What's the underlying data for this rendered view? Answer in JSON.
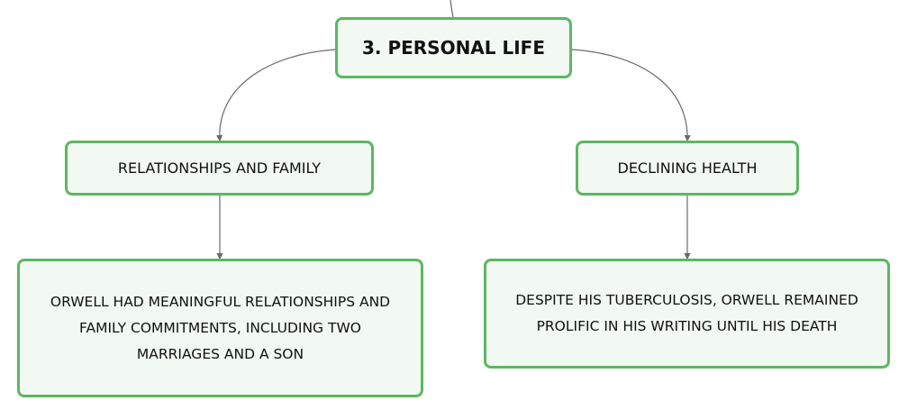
{
  "diagram": {
    "root": {
      "label": "3. PERSONAL LIFE"
    },
    "branches": [
      {
        "label": "RELATIONSHIPS AND FAMILY",
        "detail": "ORWELL HAD MEANINGFUL RELATIONSHIPS AND FAMILY COMMITMENTS, INCLUDING TWO MARRIAGES AND A SON"
      },
      {
        "label": "DECLINING HEALTH",
        "detail": "DESPITE HIS TUBERCULOSIS, ORWELL REMAINED PROLIFIC IN HIS WRITING UNTIL HIS DEATH"
      }
    ],
    "colors": {
      "node_border": "#5cb860",
      "node_fill": "#f1f9f2",
      "connector": "#6a6a6a"
    }
  }
}
